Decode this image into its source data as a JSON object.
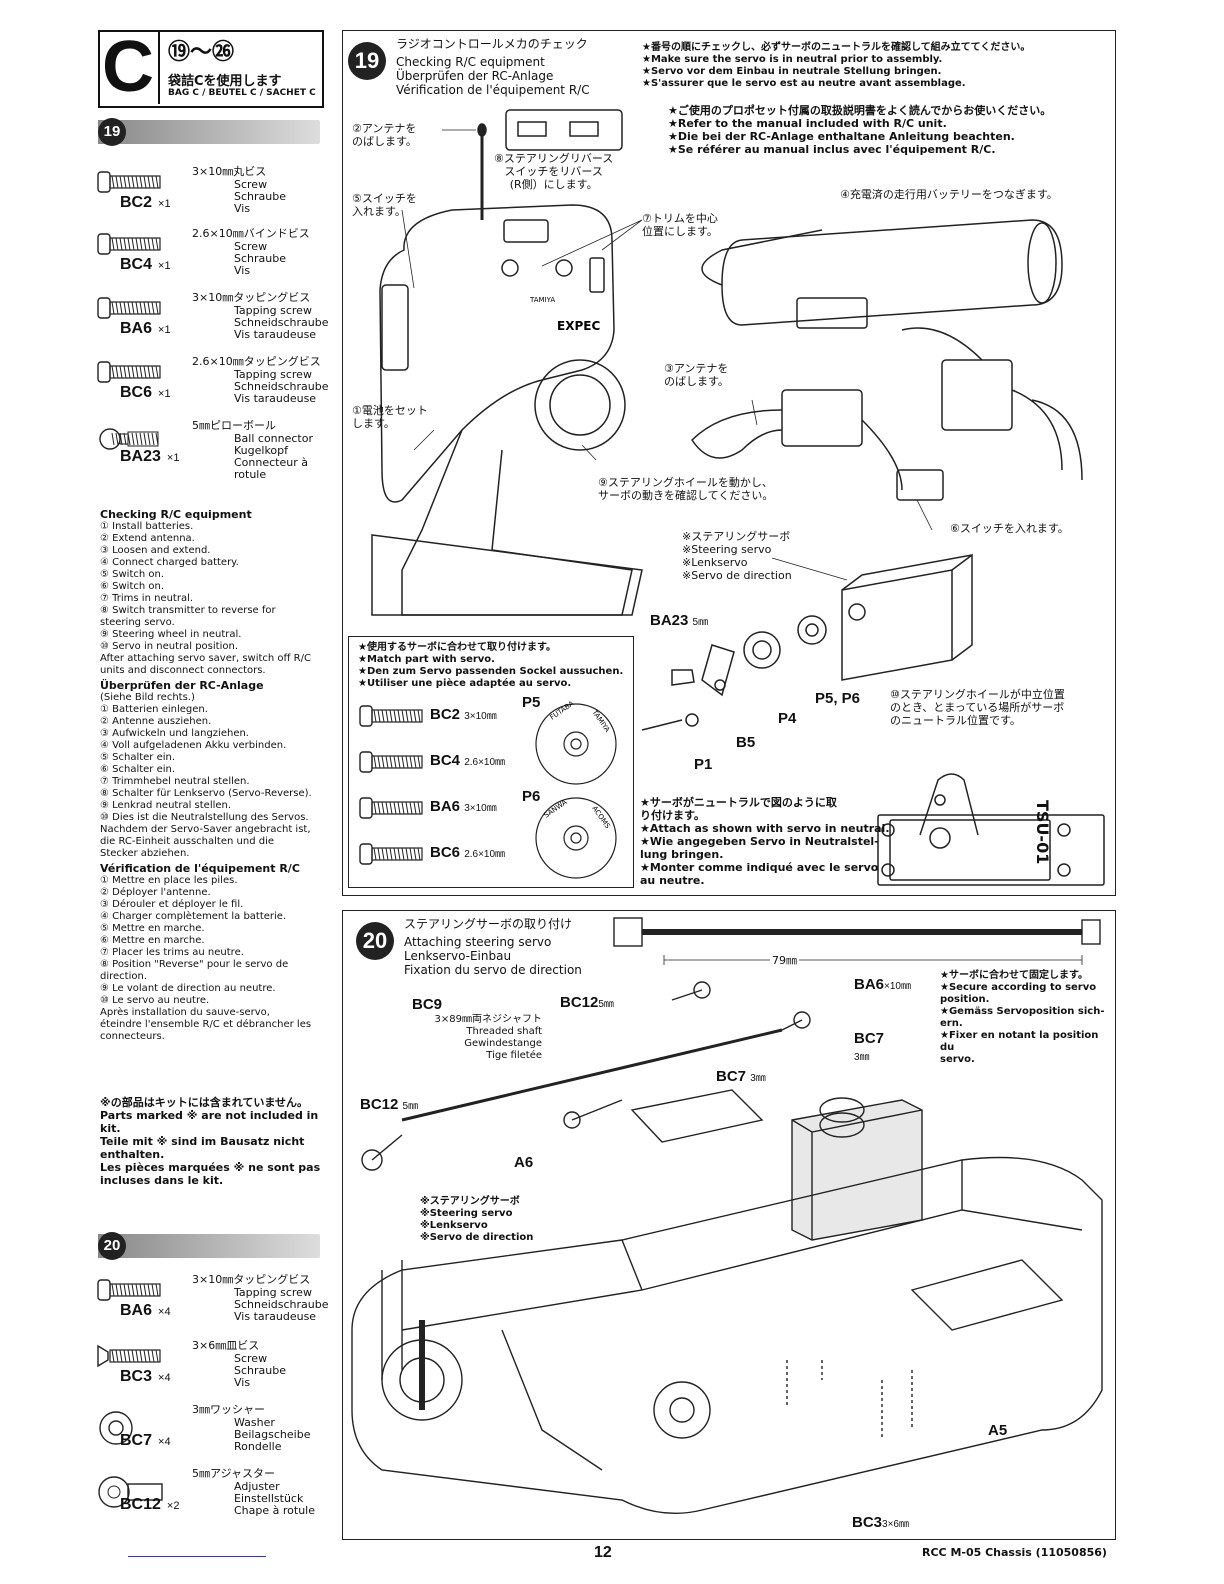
{
  "bag": {
    "letter": "C",
    "range": "⑲～㉖",
    "title_jp": "袋詰Cを使用します",
    "title_multi": "BAG C / BEUTEL C / SACHET C"
  },
  "sidebar_step19": {
    "step": "19",
    "parts": [
      {
        "code": "BC2",
        "qty": "×1",
        "size": "3×10㎜丸ビス",
        "d1": "Screw",
        "d2": "Schraube",
        "d3": "Vis"
      },
      {
        "code": "BC4",
        "qty": "×1",
        "size": "2.6×10㎜バインドビス",
        "d1": "Screw",
        "d2": "Schraube",
        "d3": "Vis"
      },
      {
        "code": "BA6",
        "qty": "×1",
        "size": "3×10㎜タッピングビス",
        "d1": "Tapping screw",
        "d2": "Schneidschraube",
        "d3": "Vis taraudeuse"
      },
      {
        "code": "BC6",
        "qty": "×1",
        "size": "2.6×10㎜タッピングビス",
        "d1": "Tapping screw",
        "d2": "Schneidschraube",
        "d3": "Vis taraudeuse"
      },
      {
        "code": "BA23",
        "qty": "×1",
        "size": "5㎜ピローボール",
        "d1": "Ball connector",
        "d2": "Kugelkopf",
        "d3": "Connecteur à rotule"
      }
    ]
  },
  "checking": {
    "en_title": "Checking R/C equipment",
    "en": [
      "① Install batteries.",
      "② Extend antenna.",
      "③ Loosen and extend.",
      "④ Connect charged battery.",
      "⑤ Switch on.",
      "⑥ Switch on.",
      "⑦ Trims in neutral.",
      "⑧ Switch transmitter to reverse for",
      "steering servo.",
      "⑨ Steering wheel in neutral.",
      "⑩ Servo in neutral position.",
      "After attaching servo saver, switch off R/C",
      "units and disconnect connectors."
    ],
    "de_title": "Überprüfen der RC-Anlage",
    "de": [
      "(Siehe Bild rechts.)",
      "① Batterien einlegen.",
      "② Antenne ausziehen.",
      "③ Aufwickeln und langziehen.",
      "④ Voll aufgeladenen Akku verbinden.",
      "⑤ Schalter ein.",
      "⑥ Schalter ein.",
      "⑦ Trimmhebel neutral stellen.",
      "⑧ Schalter für Lenkservo (Servo-Reverse).",
      "⑨ Lenkrad neutral stellen.",
      "⑩ Dies ist die Neutralstellung des Servos.",
      "Nachdem der Servo-Saver angebracht ist,",
      "die RC-Einheit ausschalten und die",
      "Stecker abziehen."
    ],
    "fr_title": "Vérification de l'équipement R/C",
    "fr": [
      "① Mettre en place les piles.",
      "② Déployer l'antenne.",
      "③ Dérouler et déployer le fil.",
      "④ Charger complètement la batterie.",
      "⑤ Mettre en marche.",
      "⑥ Mettre en marche.",
      "⑦ Placer les trims au neutre.",
      "⑧ Position \"Reverse\" pour le servo de",
      "direction.",
      "⑨ Le volant de direction au neutre.",
      "⑩ Le servo au neutre.",
      "Après installation du sauve-servo,",
      "éteindre l'ensemble R/C et débrancher les",
      "connecteurs."
    ]
  },
  "not_included": [
    "※の部品はキットには含まれていません。",
    "Parts marked ※ are not included in kit.",
    "Teile mit ※ sind im Bausatz nicht",
    "enthalten.",
    "Les pièces marquées ※ ne sont pas",
    "incluses dans le kit."
  ],
  "sidebar_step20": {
    "step": "20",
    "parts": [
      {
        "code": "BA6",
        "qty": "×4",
        "size": "3×10㎜タッピングビス",
        "d1": "Tapping screw",
        "d2": "Schneidschraube",
        "d3": "Vis taraudeuse"
      },
      {
        "code": "BC3",
        "qty": "×4",
        "size": "3×6㎜皿ビス",
        "d1": "Screw",
        "d2": "Schraube",
        "d3": "Vis"
      },
      {
        "code": "BC7",
        "qty": "×4",
        "size": "3㎜ワッシャー",
        "d1": "Washer",
        "d2": "Beilagscheibe",
        "d3": "Rondelle"
      },
      {
        "code": "BC12",
        "qty": "×2",
        "size": "5㎜アジャスター",
        "d1": "Adjuster",
        "d2": "Einstellstück",
        "d3": "Chape à rotule"
      }
    ]
  },
  "step19": {
    "num": "19",
    "t_jp": "ラジオコントロールメカのチェック",
    "t_en": "Checking R/C equipment",
    "t_de": "Überprüfen der RC-Anlage",
    "t_fr": "Vérification de l'équipement R/C",
    "notes1": [
      "★番号の順にチェックし、必ずサーボのニュートラルを確認して組み立ててください。",
      "★Make sure the servo is in neutral prior to assembly.",
      "★Servo vor dem Einbau in neutrale Stellung bringen.",
      "★S'assurer que le servo est au neutre avant assemblage."
    ],
    "notes2": [
      "★ご使用のプロポセット付属の取扱説明書をよく読んでからお使いください。",
      "★Refer to the manual included with R/C unit.",
      "★Die bei der RC-Anlage enthaltane Anleitung beachten.",
      "★Se référer au manual inclus avec l'équipement R/C."
    ],
    "c2": "②アンテナを\nのばします。",
    "c8": "⑧ステアリングリバース\nスイッチをリバース\n(R側）にします。",
    "c5": "⑤スイッチを\n入れます。",
    "c7": "⑦トリムを中心\n位置にします。",
    "c4": "④充電済の走行用バッテリーをつなぎます。",
    "c3": "③アンテナを\nのばします。",
    "c1": "①電池をセット\nします。",
    "c9": "⑨ステアリングホイールを動かし、\nサーボの動きを確認してください。",
    "c6": "⑥スイッチを入れます。",
    "servo_lbl": [
      "※ステアリングサーボ",
      "※Steering servo",
      "※Lenkservo",
      "※Servo de direction"
    ],
    "ba23": "BA23",
    "ba23_size": "5㎜",
    "p56": "P5, P6",
    "p4": "P4",
    "b5": "B5",
    "p1": "P1",
    "c10": "⑩ステアリングホイールが中立位置\nのとき、とまっている場所がサーボ\nのニュートラル位置です。",
    "match": [
      "★使用するサーボに合わせて取り付けます。",
      "★Match part with servo.",
      "★Den zum Servo passenden Sockel aussuchen.",
      "★Utiliser une pièce adaptée au servo."
    ],
    "screws": [
      {
        "code": "BC2",
        "size": "3×10㎜"
      },
      {
        "code": "BC4",
        "size": "2.6×10㎜"
      },
      {
        "code": "BA6",
        "size": "3×10㎜"
      },
      {
        "code": "BC6",
        "size": "2.6×10㎜"
      }
    ],
    "p5": "P5",
    "p6": "P6",
    "p5_brands": [
      "FUTABA",
      "TAMIYA"
    ],
    "p6_brands": [
      "SANWA",
      "ACOMS"
    ],
    "attach": [
      "★サーボがニュートラルで図のように取",
      "り付けます。",
      "★Attach as shown with servo in neutral.",
      "★Wie angegeben Servo in Neutralstel-",
      "lung bringen.",
      "★Monter comme indiqué avec le servo",
      "au neutre."
    ],
    "tsu": "TSU-01",
    "tx_brand1": "EXPEC",
    "tx_brand2": "TAMIYA"
  },
  "step20": {
    "num": "20",
    "t_jp": "ステアリングサーボの取り付け",
    "t_en": "Attaching steering servo",
    "t_de": "Lenkservo-Einbau",
    "t_fr": "Fixation du servo de direction",
    "dim": "79㎜",
    "notes": [
      "★サーボに合わせて固定します。",
      "★Secure according to servo",
      "position.",
      "★Gemäss Servoposition sich-",
      "ern.",
      "★Fixer en notant la position du",
      "servo."
    ],
    "bc9": "BC9",
    "bc9_desc": [
      "3×89㎜両ネジシャフト",
      "Threaded shaft",
      "Gewindestange",
      "Tige filetée"
    ],
    "bc12a": "BC12",
    "bc12b": "BC12",
    "mm5": "5㎜",
    "ba6": "BA6",
    "ba6_size": "×10㎜",
    "bc7a": "BC7",
    "bc7b": "BC7",
    "mm3": "3㎜",
    "a6": "A6",
    "a5": "A5",
    "bc3": "BC3",
    "bc3_size": "3×6㎜",
    "servo_lbl": [
      "※ステアリングサーボ",
      "※Steering servo",
      "※Lenkservo",
      "※Servo de direction"
    ]
  },
  "footer": {
    "page": "12",
    "model": "RCC M-05 Chassis (11050856)"
  }
}
